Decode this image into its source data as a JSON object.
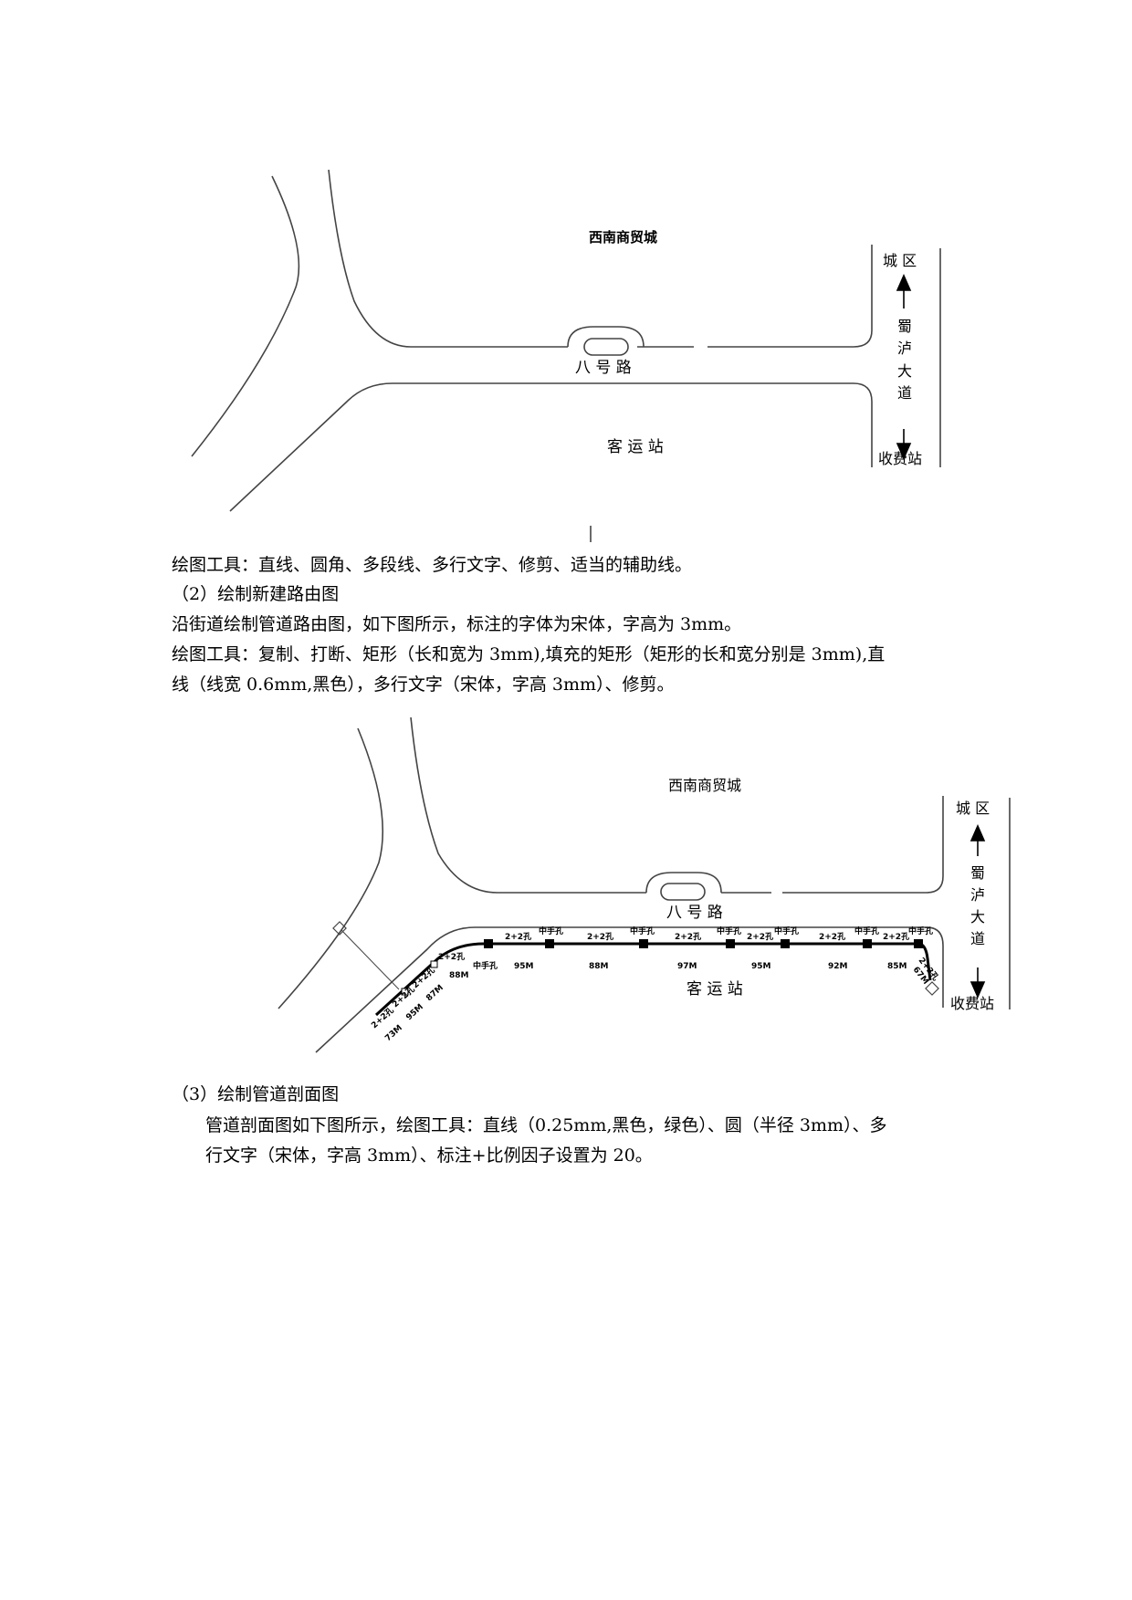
{
  "map1": {
    "title": "西南商贸城",
    "road": "八 号 路",
    "station": "客 运 站",
    "city": "城 区",
    "avenue": [
      "蜀",
      "泸",
      "大",
      "道"
    ],
    "toll": "收费站"
  },
  "text": {
    "tools1": "绘图工具：直线、圆角、多段线、多行文字、修剪、适当的辅助线。",
    "heading2": "（2）绘制新建路由图",
    "desc2": "沿街道绘制管道路由图，如下图所示，标注的字体为宋体，字高为 3mm。",
    "tools2_line1": "绘图工具：复制、打断、矩形（长和宽为 3mm),填充的矩形（矩形的长和宽分别是 3mm),直",
    "tools2_line2": "线（线宽 0.6mm,黑色），多行文字（宋体，字高 3mm）、修剪。",
    "heading3": "（3）绘制管道剖面图",
    "desc3_line1": "管道剖面图如下图所示，绘图工具：直线（0.25mm,黑色，绿色）、圆（半径 3mm）、多",
    "desc3_line2": "行文字（宋体，字高 3mm）、标注+比例因子设置为 20。"
  },
  "map2": {
    "title": "西南商贸城",
    "road": "八 号 路",
    "station": "客 运 站",
    "city": "城 区",
    "avenue": [
      "蜀",
      "泸",
      "大",
      "道"
    ],
    "toll": "收费站",
    "labels": {
      "manhole": "中手孔",
      "pipe": "2+2孔",
      "pipe_end": "2+3孔",
      "d1": "88M",
      "d2": "95M",
      "d3": "88M",
      "d4": "97M",
      "d5": "95M",
      "d6": "92M",
      "d7": "85M",
      "d8": "87M",
      "d9": "95M",
      "d10": "73M",
      "d11": "67M"
    }
  }
}
